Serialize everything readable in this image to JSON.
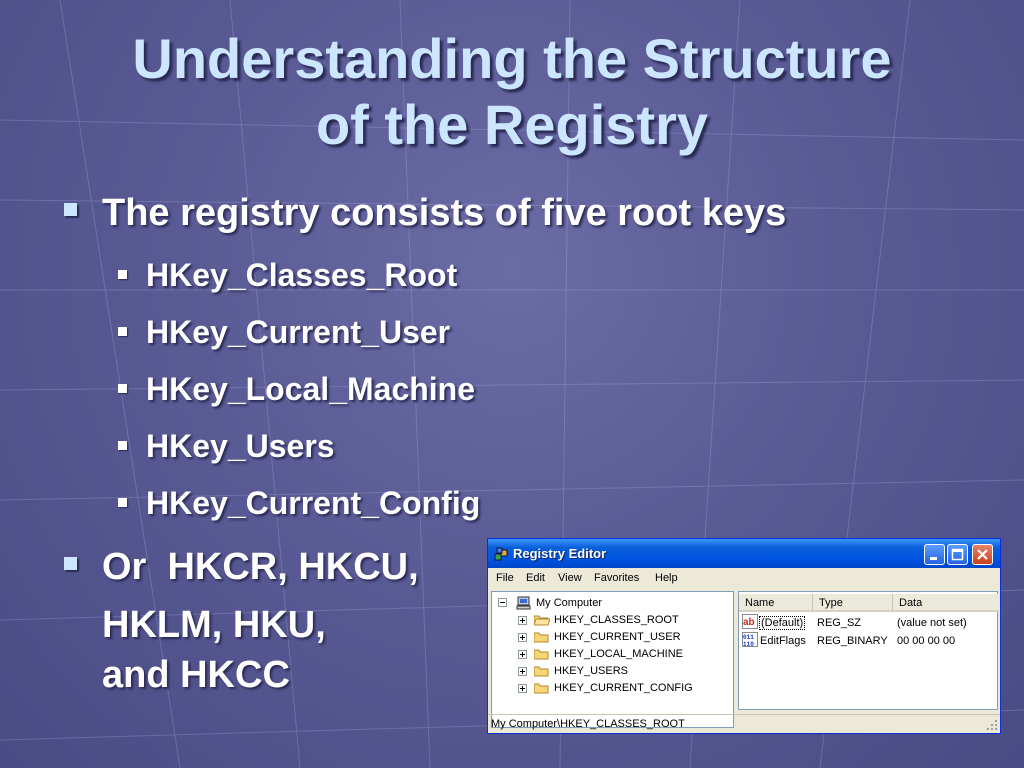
{
  "slide": {
    "title_line1": "Understanding the Structure",
    "title_line2": "of the Registry",
    "bullet1": "The registry consists of five root keys",
    "sub_bullets": [
      "HKey_Classes_Root",
      "HKey_Current_User",
      "HKey_Local_Machine",
      "HKey_Users",
      "HKey_Current_Config"
    ],
    "bullet2_line1": "Or  HKCR, HKCU,",
    "bullet2_line2": "HKLM, HKU,",
    "bullet2_line3": "and HKCC"
  },
  "window": {
    "title": "Registry Editor",
    "menu": [
      "File",
      "Edit",
      "View",
      "Favorites",
      "Help"
    ],
    "tree_root": "My Computer",
    "tree_items": [
      "HKEY_CLASSES_ROOT",
      "HKEY_CURRENT_USER",
      "HKEY_LOCAL_MACHINE",
      "HKEY_USERS",
      "HKEY_CURRENT_CONFIG"
    ],
    "columns": [
      "Name",
      "Type",
      "Data"
    ],
    "rows": [
      {
        "name": "(Default)",
        "type": "REG_SZ",
        "data": "(value not set)",
        "icon": "string-value-icon"
      },
      {
        "name": "EditFlags",
        "type": "REG_BINARY",
        "data": "00 00 00 00",
        "icon": "binary-value-icon"
      }
    ],
    "status": "My Computer\\HKEY_CLASSES_ROOT"
  },
  "colors": {
    "title": "#cce6ff",
    "text": "#ffffff",
    "background": "#5a5a95",
    "titlebar": "#0054e3"
  }
}
